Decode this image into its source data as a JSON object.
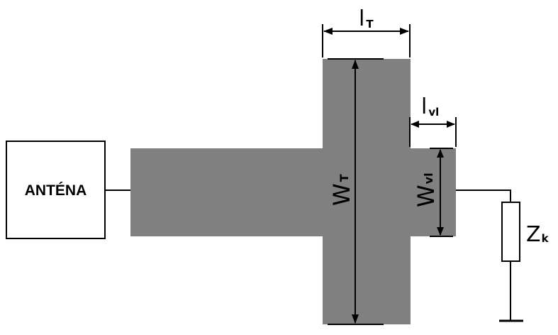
{
  "antenna": {
    "label": "ANTÉNA"
  },
  "dimensions": {
    "l_T": {
      "main": "l",
      "sub": "T"
    },
    "l_vl": {
      "main": "l",
      "sub": "vl"
    },
    "W_T": {
      "main": "W",
      "sub": "T"
    },
    "W_vl": {
      "main": "W",
      "sub": "vl"
    }
  },
  "load": {
    "main": "Z",
    "sub": "k"
  },
  "colors": {
    "microstrip": "#808080",
    "lines": "#000000",
    "background": "#ffffff"
  }
}
